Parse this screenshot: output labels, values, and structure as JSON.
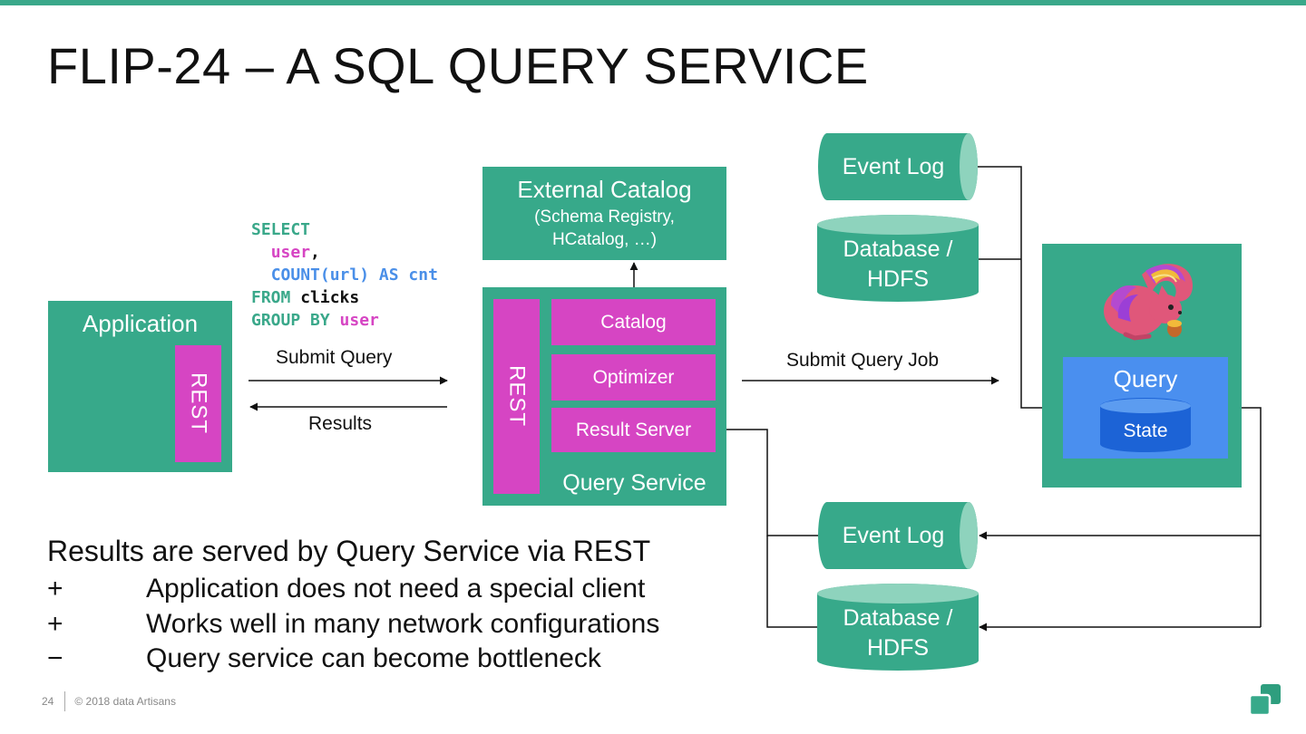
{
  "slide": {
    "title": "FLIP-24 – A SQL QUERY SERVICE",
    "page_number": "24",
    "copyright": "© 2018 data Artisans"
  },
  "diagram": {
    "application": {
      "label": "Application",
      "rest_label": "REST"
    },
    "sql_query": {
      "line1": "SELECT",
      "line2_id": "user",
      "line2_punct": ",",
      "line3": "COUNT(url) AS cnt",
      "line4_kw": "FROM",
      "line4_table": "clicks",
      "line5_kw": "GROUP BY",
      "line5_id": "user"
    },
    "arrows": {
      "submit_query": "Submit Query",
      "results": "Results",
      "submit_query_job": "Submit Query Job"
    },
    "external_catalog": {
      "title": "External Catalog",
      "subtitle_line1": "(Schema Registry,",
      "subtitle_line2": "HCatalog, …)"
    },
    "query_service": {
      "label": "Query Service",
      "rest_label": "REST",
      "components": [
        "Catalog",
        "Optimizer",
        "Result Server"
      ]
    },
    "sources": {
      "event_log": "Event Log",
      "database_line1": "Database /",
      "database_line2": "HDFS"
    },
    "sinks": {
      "event_log": "Event Log",
      "database_line1": "Database /",
      "database_line2": "HDFS"
    },
    "flink_job": {
      "query_label": "Query",
      "state_label": "State"
    },
    "colors": {
      "teal": "#37a98a",
      "magenta": "#d645c3",
      "blue": "#4a8fef",
      "dark_blue": "#1c63d6"
    }
  },
  "bullets": {
    "heading": "Results are served by Query Service via REST",
    "items": [
      {
        "symbol": "+",
        "text": "Application does not need a special client"
      },
      {
        "symbol": "+",
        "text": "Works well in many network configurations"
      },
      {
        "symbol": "−",
        "text": "Query service can become bottleneck"
      }
    ]
  }
}
